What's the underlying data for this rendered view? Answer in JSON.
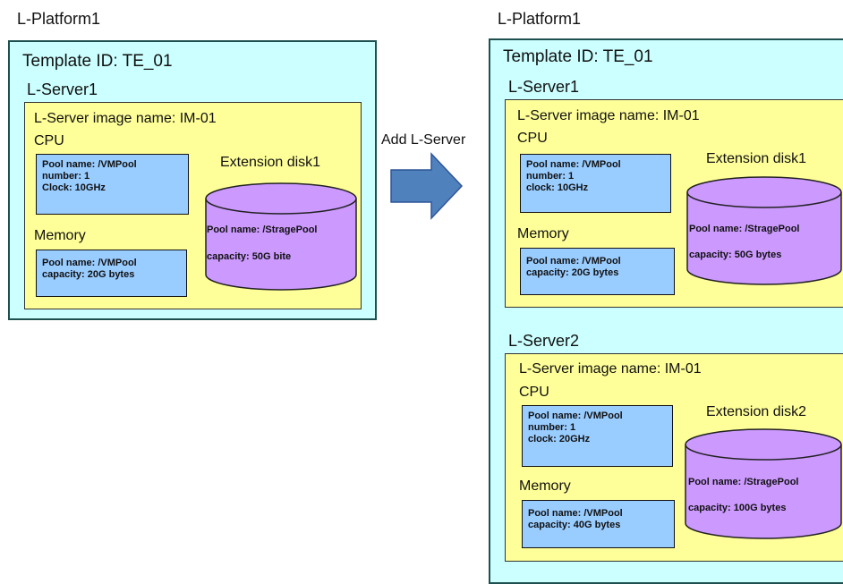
{
  "action_label": "Add L-Server",
  "before": {
    "platform_title": "L-Platform1",
    "template_label": "Template ID: TE_01",
    "servers": [
      {
        "name": "L-Server1",
        "image_label": "L-Server image name: IM-01",
        "cpu_label": "CPU",
        "cpu_pool": "Pool name: /VMPool",
        "cpu_number": "number: 1",
        "cpu_clock": "Clock: 10GHz",
        "memory_label": "Memory",
        "memory_pool": "Pool name: /VMPool",
        "memory_capacity": "capacity: 20G bytes",
        "disk_label": "Extension disk1",
        "disk_pool": "Pool name: /StragePool",
        "disk_capacity": "capacity: 50G bite"
      }
    ]
  },
  "after": {
    "platform_title": "L-Platform1",
    "template_label": "Template ID: TE_01",
    "servers": [
      {
        "name": "L-Server1",
        "image_label": "L-Server image name: IM-01",
        "cpu_label": "CPU",
        "cpu_pool": "Pool name: /VMPool",
        "cpu_number": "number: 1",
        "cpu_clock": "clock: 10GHz",
        "memory_label": "Memory",
        "memory_pool": "Pool name: /VMPool",
        "memory_capacity": "capacity: 20G bytes",
        "disk_label": "Extension disk1",
        "disk_pool": "Pool name: /StragePool",
        "disk_capacity": "capacity: 50G bytes"
      },
      {
        "name": "L-Server2",
        "image_label": "L-Server image name: IM-01",
        "cpu_label": "CPU",
        "cpu_pool": "Pool name: /VMPool",
        "cpu_number": "number: 1",
        "cpu_clock": "clock: 20GHz",
        "memory_label": "Memory",
        "memory_pool": "Pool name: /VMPool",
        "memory_capacity": "capacity: 40G bytes",
        "disk_label": "Extension disk2",
        "disk_pool": "Pool name: /StragePool",
        "disk_capacity": "capacity: 100G bytes"
      }
    ]
  },
  "colors": {
    "platform_fill": "#ccffff",
    "server_fill": "#ffff99",
    "spec_fill": "#99ccff",
    "disk_fill": "#cc99ff",
    "arrow_fill": "#4f81bd"
  }
}
